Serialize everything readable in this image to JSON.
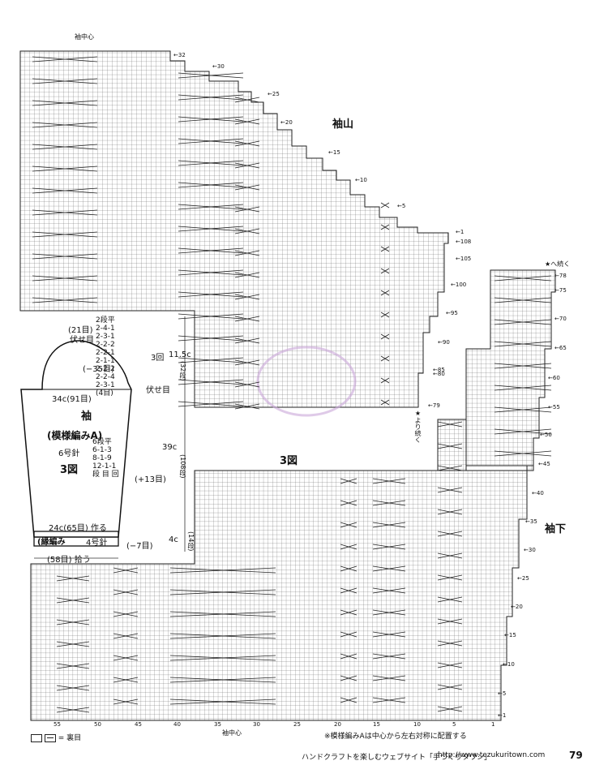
{
  "titles": {
    "sleeve_cap": "袖山",
    "sleeve_lower": "袖下",
    "figure": "3図",
    "figure_small": "3図",
    "sleeve": "袖",
    "pattern": "(模様編みA)",
    "needle6": "6号針",
    "ribbing": "(縁編み",
    "needle4": "4号針"
  },
  "top_labels": {
    "sleeve_center": "袖中心",
    "continue_to": "★へ続く",
    "continue_from": "★より続く"
  },
  "schematic": {
    "cap_steps": [
      "2段平",
      "2-4-1",
      "2-3-1",
      "2-2-2",
      "2-2-1",
      "2-1-1",
      "2-2-2",
      "2-2-4",
      "2-3-1",
      "(4目)"
    ],
    "cap_left1": "(21目)",
    "cap_left2": "伏せ目",
    "cap_minus": "(−35目)",
    "cap_right_rows": "3回",
    "cap_height": "11.5c",
    "cap_rows": "(32段)",
    "bind_off": "伏せ目",
    "width_top": "34c(91目)",
    "inc_steps": [
      "6段平",
      "6-1-3",
      "8-1-9",
      "12-1-1",
      "段 目 回"
    ],
    "inc_plus": "(+13目)",
    "body_height": "39c",
    "body_rows": "(108段)",
    "cuff_width": "24c(65目) 作る",
    "cuff_minus": "(−7目)",
    "cuff_height": "4c",
    "cuff_rows": "(14段)",
    "pickup": "(58目) 拾う"
  },
  "cap_row_markers": [
    "32",
    "30",
    "25",
    "20",
    "15",
    "10",
    "5",
    "1",
    "108",
    "105",
    "100",
    "95",
    "90",
    "85",
    "80",
    "79"
  ],
  "lower_row_markers": [
    "78",
    "75",
    "70",
    "65",
    "60",
    "55",
    "50",
    "45",
    "40",
    "35",
    "30",
    "25",
    "20",
    "15",
    "10",
    "5",
    "1"
  ],
  "bottom_stitch_numbers": [
    "55",
    "50",
    "45",
    "40",
    "35",
    "30",
    "25",
    "20",
    "15",
    "10",
    "5",
    "1"
  ],
  "bottom_center": "袖中心",
  "legend": "= 裏目",
  "note": "※模様編みAは中心から左右対称に配置する",
  "footer": {
    "site": "ハンドクラフトを楽しむウェブサイト「手づくりタウン」",
    "url": "http://www.tezukuritown.com",
    "page": "79"
  },
  "colors": {
    "ink": "#1a1a1a",
    "grid": "#555555",
    "watermark": "#c9a6d8"
  }
}
